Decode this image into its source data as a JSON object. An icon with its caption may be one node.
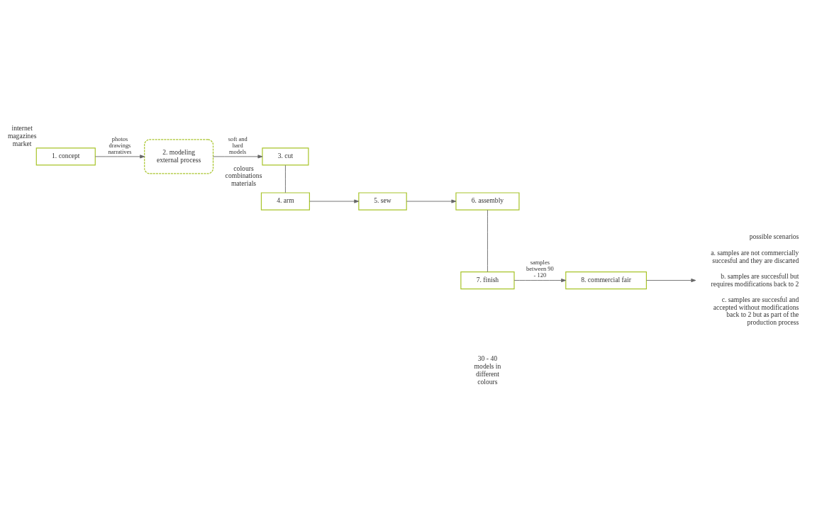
{
  "diagram": {
    "nodes": [
      {
        "text": [
          "1. concept"
        ],
        "beside": [
          "internet magazines market"
        ]
      },
      {
        "text": [
          "2. modeling",
          "external process"
        ]
      },
      {
        "text": [
          "3. cut"
        ],
        "beside": [
          "colours combinations materials"
        ]
      },
      {
        "text": [
          "4. arm"
        ]
      },
      {
        "text": [
          "5. sew"
        ]
      },
      {
        "text": [
          "6. assembly"
        ]
      },
      {
        "text": [
          "7. finish"
        ]
      },
      {
        "text": [
          "8. commercial fair"
        ]
      },
      {
        "text": [
          "possible scenarios",
          "a. samples are not commercially succesful and they are discarted",
          "b. samples are succesfull but requires modifications back to 2",
          "c. samples are succesful and accepted without modifications back to 2 but as part of the production process"
        ]
      }
    ],
    "edges": [
      {
        "from": 0,
        "to": 1,
        "arrow": "to",
        "label": "photos drawings narratives"
      },
      {
        "from": 1,
        "to": 2,
        "arrow": "to",
        "label": "soft and hard models"
      },
      {
        "from": 2,
        "to": 3,
        "arrow": "none"
      },
      {
        "from": 3,
        "to": 4,
        "arrow": "to"
      },
      {
        "from": 4,
        "to": 5,
        "arrow": "to"
      },
      {
        "from": 5,
        "to": 6,
        "arrow": "none"
      },
      {
        "from": 6,
        "to": 7,
        "arrow": "to",
        "label": "samples between 90 - 120"
      },
      {
        "from": 7,
        "to": 8,
        "arrow": "to"
      }
    ],
    "labels": [
      "30 - 40 models in different colours"
    ]
  }
}
